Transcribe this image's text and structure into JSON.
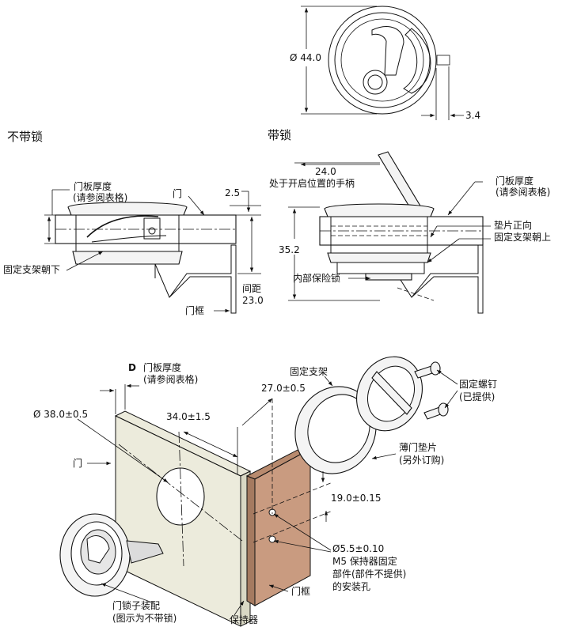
{
  "top_view": {
    "diameter": "Ø 44.0",
    "offset": "3.4"
  },
  "section_without_lock": {
    "title": "不带锁",
    "panel_thickness_line1": "门板厚度",
    "panel_thickness_line2": "(请参阅表格)",
    "door": "门",
    "dim_top": "2.5",
    "bracket_down": "固定支架朝下",
    "clearance_line1": "间距",
    "clearance_line2": "23.0",
    "frame": "门框"
  },
  "section_with_lock": {
    "title": "带锁",
    "handle_dim": "24.0",
    "handle_label": "处于开启位置的手柄",
    "panel_thickness_line1": "门板厚度",
    "panel_thickness_line2": "(请参阅表格)",
    "spacer_up": "垫片正向",
    "bracket_up": "固定支架朝上",
    "depth": "35.2",
    "internal_lock": "内部保险锁"
  },
  "exploded_view": {
    "d_label": "D",
    "panel_thickness_line1": "门板厚度",
    "panel_thickness_line2": "(请参阅表格)",
    "cutout_diameter": "Ø 38.0±0.5",
    "distance_27": "27.0±0.5",
    "distance_34": "34.0±1.5",
    "door": "门",
    "bracket": "固定支架",
    "screws_line1": "固定螺钉",
    "screws_line2": "(已提供)",
    "thin_spacer_line1": "薄门垫片",
    "thin_spacer_line2": "(另外订购)",
    "spacing_19": "19.0±0.15",
    "hole_dia": "Ø5.5±0.10",
    "holes_line1": "M5 保持器固定",
    "holes_line2": "部件(部件不提供)",
    "holes_line3": "的安装孔",
    "frame": "门框",
    "latch_line1": "门锁子装配",
    "latch_line2": "(图示为不带锁)",
    "retainer": "保持器"
  },
  "colors": {
    "ink": "#111111",
    "door_panel": "#ecebdc",
    "frame_panel": "#c99b80",
    "part_fill": "#f4f4f4"
  }
}
